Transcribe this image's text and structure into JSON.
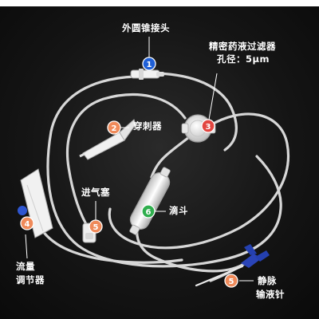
{
  "colors": {
    "background": "#141414",
    "tube": "#e6e6e6",
    "badge_blue": "#1f5fd6",
    "badge_orange": "#ef8a5a",
    "badge_red": "#e2453f",
    "badge_green": "#2fae4d",
    "clamp_blue": "#2742b8"
  },
  "callouts": [
    {
      "number": "1",
      "lines": [
        "外圆锥接头"
      ],
      "color": "badge_blue"
    },
    {
      "number": "2",
      "lines": [
        "穿刺器"
      ],
      "color": "badge_orange"
    },
    {
      "number": "3",
      "lines": [
        "精密药液过滤器",
        "孔径：5μm"
      ],
      "color": "badge_red"
    },
    {
      "number": "4",
      "lines": [
        "流量",
        "调节器"
      ],
      "color": "badge_orange"
    },
    {
      "number": "5",
      "lines": [
        "进气塞"
      ],
      "color": "badge_orange"
    },
    {
      "number": "6",
      "lines": [
        "滴斗"
      ],
      "color": "badge_green"
    },
    {
      "number": "5",
      "lines": [
        "静脉",
        "输液针"
      ],
      "color": "badge_orange"
    }
  ]
}
